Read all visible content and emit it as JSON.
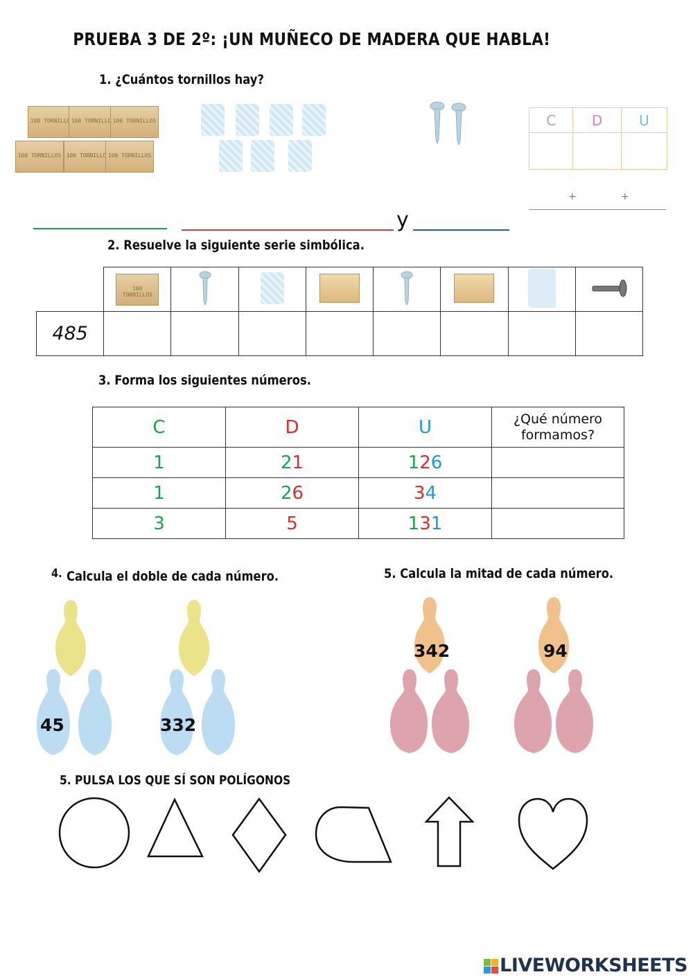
{
  "title": "PRUEBA 3 DE 2º: ¡UN MUÑECO DE MADERA QUE HABLA!",
  "q1": {
    "label": "1. ¿Cuántos tornillos hay?",
    "box_text": "100 TORNILLOS",
    "table_headers": [
      "C",
      "D",
      "U"
    ],
    "plus": "+",
    "y": "y"
  },
  "q2": {
    "label": "2. Resuelve la siguiente serie simbólica.",
    "start_value": "485"
  },
  "q3": {
    "label": "3. Forma los siguientes números.",
    "headers": [
      "C",
      "D",
      "U",
      "¿Qué número formamos?"
    ],
    "rows": [
      [
        "1",
        "21",
        "126"
      ],
      [
        "1",
        "26",
        "34"
      ],
      [
        "3",
        "5",
        "131"
      ]
    ]
  },
  "q4": {
    "number": "4.",
    "label": "Calcula el doble de cada número.",
    "values": [
      "45",
      "332"
    ]
  },
  "q5": {
    "label": "5. Calcula la mitad de cada número.",
    "values": [
      "342",
      "94"
    ]
  },
  "q6": {
    "label": "5. PULSA  LOS QUE SÍ SON  POLÍGONOS",
    "shapes": [
      "circle-shape",
      "triangle-shape",
      "rhombus-shape",
      "semicircle-shape",
      "arrow-shape",
      "heart-shape"
    ]
  },
  "brand": "LIVEWORKSHEETS",
  "colors": {
    "c": "#1aa34a",
    "d": "#e12b2b",
    "u": "#1a9bd7",
    "pin_yellow": "#ebe38a",
    "pin_blue": "#bcdcf2",
    "pin_orange": "#f0c18b",
    "pin_pink": "#dda4ad"
  }
}
